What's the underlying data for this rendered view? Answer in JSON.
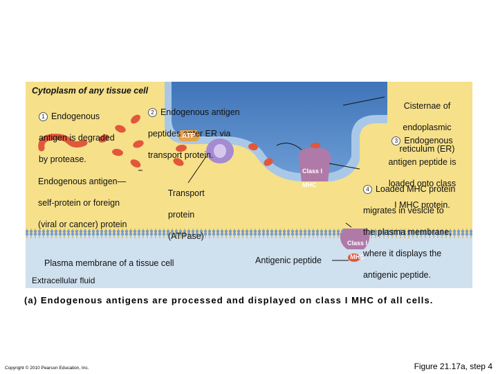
{
  "labels": {
    "cytoplasm": "Cytoplasm of any tissue cell",
    "step1_num": "1",
    "step1_lines": [
      "Endogenous",
      "antigen is degraded",
      "by protease."
    ],
    "step2_num": "2",
    "step2_lines": [
      "Endogenous antigen",
      "peptides enter ER via",
      "transport protein."
    ],
    "atp": "ATP",
    "antigen_source_lines": [
      "Endogenous antigen—",
      "self-protein or foreign",
      "(viral or cancer) protein"
    ],
    "transport_lines": [
      "Transport",
      "protein",
      "(ATPase)"
    ],
    "er_lines": [
      "Cisternae of",
      "endoplasmic",
      "reticulum (ER)"
    ],
    "step3_num": "3",
    "step3_lines": [
      "Endogenous",
      "antigen peptide is",
      "loaded onto class",
      "I MHC protein."
    ],
    "step4_num": "4",
    "step4_lines": [
      "Loaded MHC protein",
      "migrates in vesicle to",
      "the plasma membrane,",
      "where it displays the",
      "antigenic peptide."
    ],
    "mhc_er_lines": [
      "Class I",
      "MHC"
    ],
    "mhc_membrane_lines": [
      "Class I",
      "MHC"
    ],
    "plasma_membrane": "Plasma membrane of a tissue cell",
    "antigenic_peptide": "Antigenic peptide",
    "extracellular": "Extracellular fluid"
  },
  "caption": "(a) Endogenous antigens are processed and displayed on class I MHC of all cells.",
  "copyright": "Copyright © 2010 Pearson Education, Inc.",
  "figure_ref": "Figure 21.17a, step 4",
  "colors": {
    "cytoplasm": "#f6e08a",
    "extracellular": "#cfe0ef",
    "er_lumen": "#4f86c6",
    "er_membrane": "#a9c8e8",
    "antigen": "#e2573a",
    "transport_protein": "#a58bd0",
    "mhc": "#b07aa8",
    "atp": "#e8a24a"
  }
}
